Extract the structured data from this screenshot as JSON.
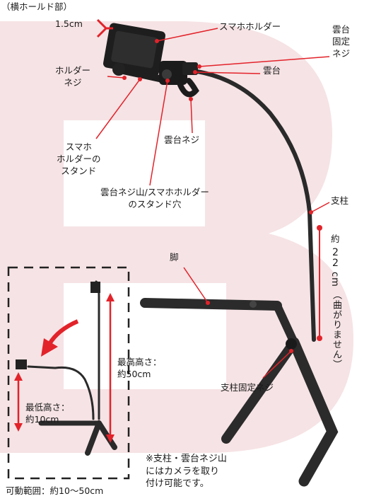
{
  "labels": {
    "width_note": "（横ホールド部）",
    "width_value": "1.5cm",
    "holder": "スマホホルダー",
    "holder_screw": "ホルダー\nネジ",
    "pan_head_fix_screw": "雲台\n固定\nネジ",
    "pan_head": "雲台",
    "pan_head_screw": "雲台ネジ",
    "holder_stand": "スマホ\nホルダーの\nスタンド",
    "thread_hole": "雲台ネジ山/スマホホルダー\nのスタンド穴",
    "pole": "支柱",
    "length_prefix": "約",
    "length_num": "2\n2",
    "length_unit": "cm",
    "length_note": "（曲がりません）",
    "leg": "脚",
    "pole_fix_screw": "支柱固定ネジ",
    "max_height": "最高高さ：\n約50cm",
    "min_height": "最低高さ：\n約10cm",
    "note": "※支柱・雲台ネジ山\nにはカメラを取り\n付け可能です。",
    "range": "可動範囲：約10〜50cm"
  },
  "colors": {
    "accent": "#e2232a",
    "watermark": "#f6e3e5",
    "product": "#222222"
  }
}
